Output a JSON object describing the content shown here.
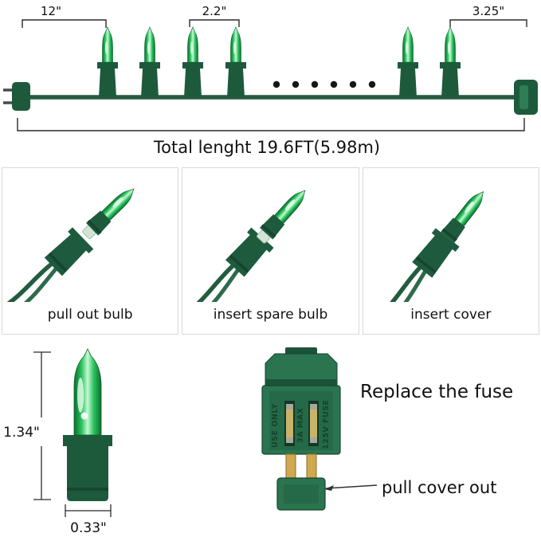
{
  "colors": {
    "glass_green": "#2ec45f",
    "glass_highlight": "#c6f9d4",
    "socket_green": "#1d5a3c",
    "wire_green": "#235c3e",
    "brass": "#cfa84f",
    "text": "#111111"
  },
  "string_diagram": {
    "dim_lead": "12\"",
    "dim_spacing": "2.2\"",
    "dim_tail": "3.25\"",
    "total_length": "Total lenght 19.6FT(5.98m)"
  },
  "steps": [
    {
      "label": "pull out bulb"
    },
    {
      "label": "insert spare bulb"
    },
    {
      "label": "insert cover"
    }
  ],
  "bulb_dimensions": {
    "height": "1.34\"",
    "width": "0.33\""
  },
  "fuse_section": {
    "title": "Replace the fuse",
    "callout": "pull cover out",
    "marking_left": "USE ONLY",
    "marking_center": "3A MAX",
    "marking_right": "125V FUSE"
  }
}
